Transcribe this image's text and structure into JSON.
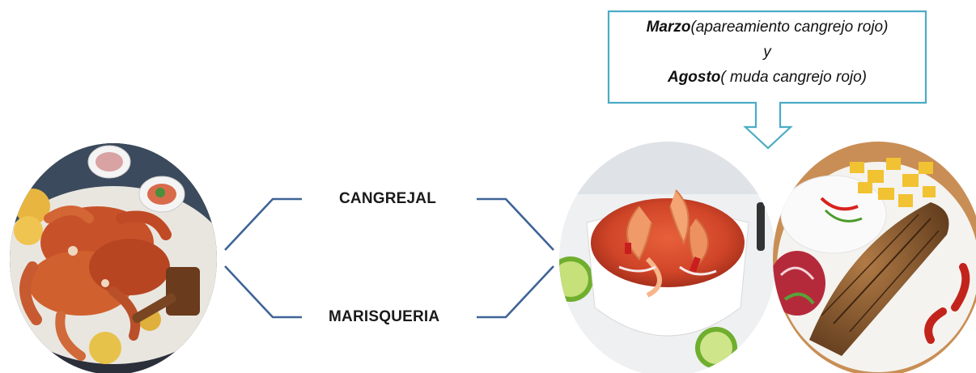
{
  "center_labels": {
    "top": "CANGREJAL",
    "bottom": "MARISQUERIA"
  },
  "callout": {
    "line1_bold": "Marzo",
    "line1_rest": "(apareamiento cangrejo rojo)",
    "line2": "y",
    "line3_bold": "Agosto",
    "line3_rest": "( muda cangrejo rojo)"
  },
  "photos": {
    "left": "crab-platter-photo",
    "middle": "ceviche-bowl-photo",
    "right": "fried-fish-plate-photo"
  },
  "colors": {
    "bracket_line": "#3f6496",
    "callout_border": "#4bacc6"
  }
}
